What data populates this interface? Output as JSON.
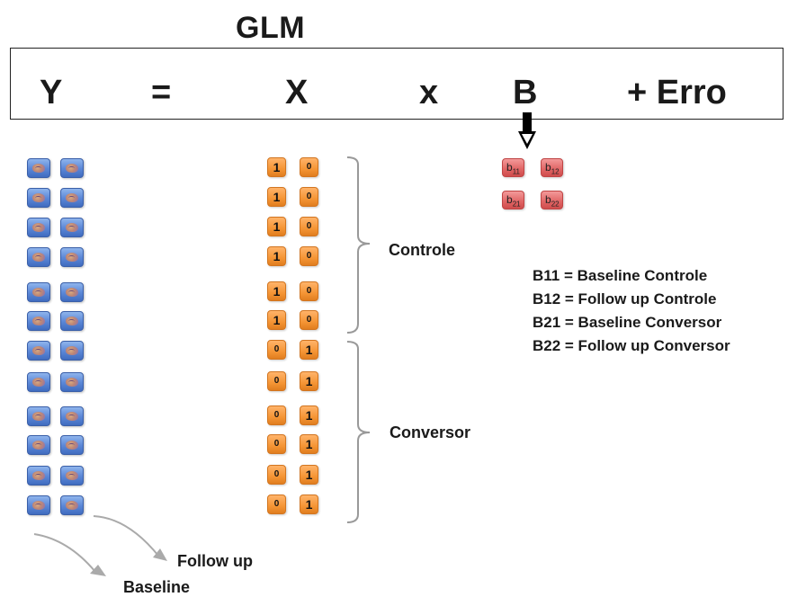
{
  "title": "GLM",
  "equation": {
    "y": "Y",
    "equals": "=",
    "x": "X",
    "times": "x",
    "b": "B",
    "error": "+ Erro"
  },
  "x_matrix": [
    [
      "1",
      "0"
    ],
    [
      "1",
      "0"
    ],
    [
      "1",
      "0"
    ],
    [
      "1",
      "0"
    ],
    [
      "1",
      "0"
    ],
    [
      "1",
      "0"
    ],
    [
      "0",
      "1"
    ],
    [
      "0",
      "1"
    ],
    [
      "0",
      "1"
    ],
    [
      "0",
      "1"
    ],
    [
      "0",
      "1"
    ],
    [
      "0",
      "1"
    ]
  ],
  "b_matrix": [
    [
      {
        "base": "b",
        "sub": "11"
      },
      {
        "base": "b",
        "sub": "12"
      }
    ],
    [
      {
        "base": "b",
        "sub": "21"
      },
      {
        "base": "b",
        "sub": "22"
      }
    ]
  ],
  "groups": {
    "controle": "Controle",
    "conversor": "Conversor"
  },
  "legend": [
    "B11 = Baseline Controle",
    "B12 = Follow up Controle",
    "B21 = Baseline Conversor",
    "B22 = Follow up Conversor"
  ],
  "column_labels": {
    "follow_up": "Follow up",
    "baseline": "Baseline"
  },
  "colors": {
    "brain_tile": "#5a86d6",
    "design_cell": "#f59535",
    "beta_cell": "#e06464",
    "bracket": "#999999",
    "arrow": "#000000"
  },
  "icons": {
    "y_tile": "brain-scan-icon"
  }
}
